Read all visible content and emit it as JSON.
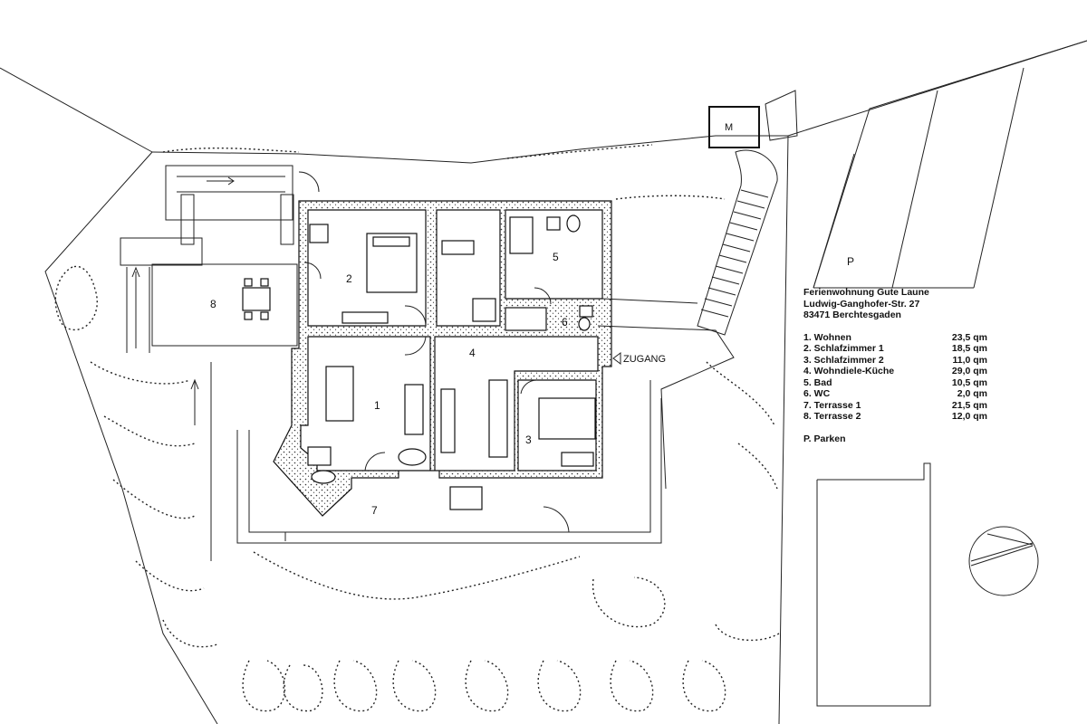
{
  "header": {
    "name": "Ferienwohnung Gute Laune",
    "street": "Ludwig-Ganghofer-Str. 27",
    "city": "83471 Berchtesgaden"
  },
  "rooms": [
    {
      "num": "1",
      "label": "1. Wohnen",
      "area": "23,5 qm"
    },
    {
      "num": "2",
      "label": "2. Schlafzimmer 1",
      "area": "18,5 qm"
    },
    {
      "num": "3",
      "label": "3. Schlafzimmer 2",
      "area": "11,0 qm"
    },
    {
      "num": "4",
      "label": "4. Wohndiele-Küche",
      "area": "29,0 qm"
    },
    {
      "num": "5",
      "label": "5. Bad",
      "area": "10,5 qm"
    },
    {
      "num": "6",
      "label": "6. WC",
      "area": "2,0 qm"
    },
    {
      "num": "7",
      "label": "7. Terrasse 1",
      "area": "21,5 qm"
    },
    {
      "num": "8",
      "label": "8. Terrasse 2",
      "area": "12,0 qm"
    }
  ],
  "parking": "P. Parken",
  "parking_mark": "P",
  "storage_mark": "M",
  "entrance": "ZUGANG"
}
